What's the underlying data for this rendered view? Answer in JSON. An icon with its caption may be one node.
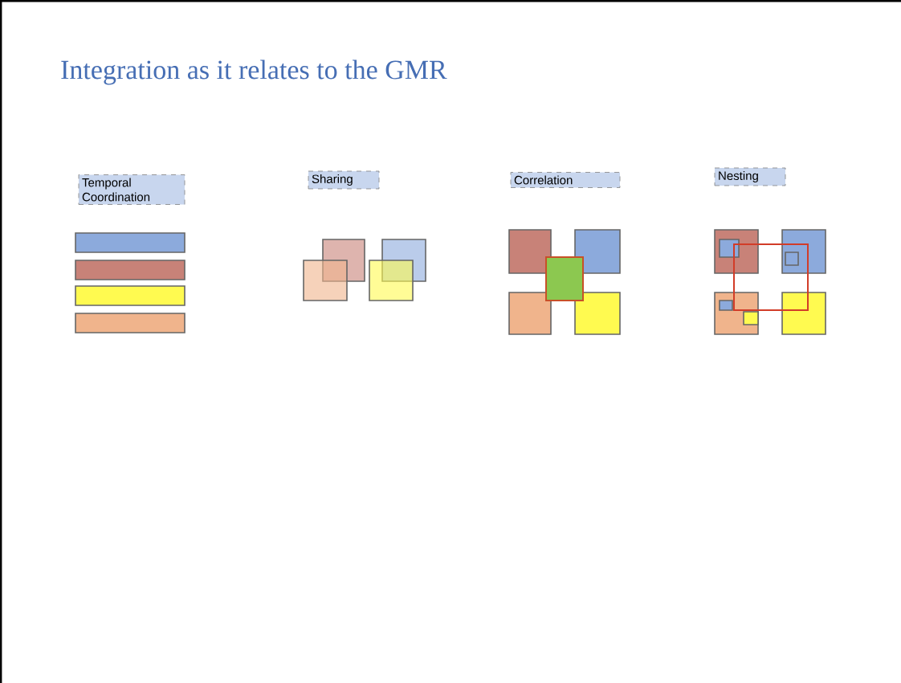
{
  "diagram": {
    "title": "Integration as it relates to the GMR",
    "nodes": [
      {
        "text": [
          "Temporal Coordination"
        ]
      },
      {
        "text": [
          "Sharing"
        ]
      },
      {
        "text": [
          "Correlation"
        ]
      },
      {
        "text": [
          "Nesting"
        ]
      }
    ]
  }
}
